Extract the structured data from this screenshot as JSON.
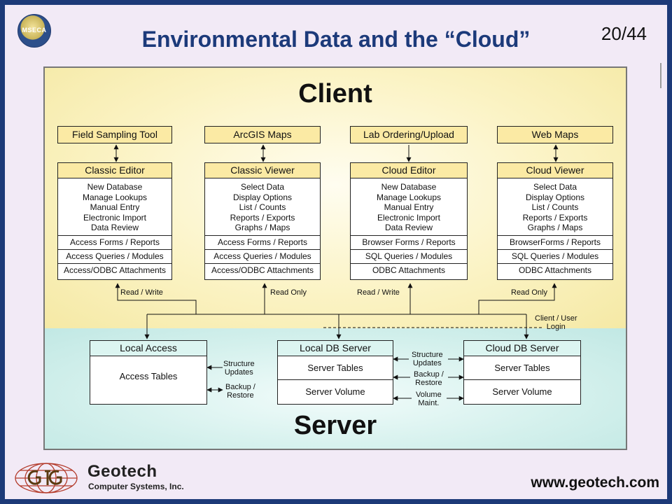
{
  "slide": {
    "title": "Environmental Data and the “Cloud”",
    "page_number": "20/44",
    "badge_text": "MSECA",
    "footer_url": "www.geotech.com",
    "company_name": "Geotech",
    "company_subtitle": "Computer Systems, Inc."
  },
  "diagram": {
    "client_label": "Client",
    "server_label": "Server",
    "tools": [
      "Field Sampling Tool",
      "ArcGIS Maps",
      "Lab Ordering/Upload",
      "Web Maps"
    ],
    "editors": [
      {
        "title": "Classic Editor",
        "features": [
          "New Database",
          "Manage Lookups",
          "Manual Entry",
          "Electronic Import",
          "Data Review"
        ],
        "rows": [
          "Access Forms / Reports",
          "Access Queries / Modules",
          "Access/ODBC Attachments"
        ],
        "link_label": "Read / Write"
      },
      {
        "title": "Classic Viewer",
        "features": [
          "Select Data",
          "Display Options",
          "List / Counts",
          "Reports / Exports",
          "Graphs / Maps"
        ],
        "rows": [
          "Access Forms / Reports",
          "Access Queries / Modules",
          "Access/ODBC Attachments"
        ],
        "link_label": "Read Only"
      },
      {
        "title": "Cloud Editor",
        "features": [
          "New Database",
          "Manage Lookups",
          "Manual Entry",
          "Electronic Import",
          "Data Review"
        ],
        "rows": [
          "Browser Forms / Reports",
          "SQL Queries / Modules",
          "ODBC Attachments"
        ],
        "link_label": "Read / Write"
      },
      {
        "title": "Cloud Viewer",
        "features": [
          "Select Data",
          "Display Options",
          "List / Counts",
          "Reports / Exports",
          "Graphs / Maps"
        ],
        "rows": [
          "BrowserForms / Reports",
          "SQL Queries / Modules",
          "ODBC Attachments"
        ],
        "link_label": "Read Only"
      }
    ],
    "client_user_login": [
      "Client / User",
      "Login"
    ],
    "servers": [
      {
        "title": "Local Access",
        "rows": [
          "Access Tables"
        ]
      },
      {
        "title": "Local DB Server",
        "rows": [
          "Server Tables",
          "Server Volume"
        ]
      },
      {
        "title": "Cloud DB Server",
        "rows": [
          "Server Tables",
          "Server Volume"
        ]
      }
    ],
    "local_access_links": [
      [
        "Structure",
        "Updates"
      ],
      [
        "Backup /",
        "Restore"
      ]
    ],
    "server_sync_links": [
      [
        "Structure",
        "Updates"
      ],
      [
        "Backup /",
        "Restore"
      ],
      [
        "Volume",
        "Maint."
      ]
    ]
  },
  "colors": {
    "title_blue": "#1c3a7a",
    "frame_blue": "#1d3a78",
    "client_header": "#fbeaa4",
    "server_header": "#dcf5f1"
  }
}
